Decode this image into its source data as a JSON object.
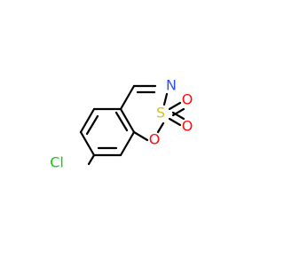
{
  "molecule": {
    "atoms": {
      "n": "N",
      "s": "S",
      "o_ring": "O",
      "o_top": "O",
      "o_bottom": "O",
      "cl": "Cl"
    },
    "colors": {
      "bond": "#000000",
      "nitrogen": "#3050F8",
      "sulfur": "#D4C21C",
      "oxygen": "#FF0D0D",
      "chlorine": "#1FC01F"
    }
  }
}
